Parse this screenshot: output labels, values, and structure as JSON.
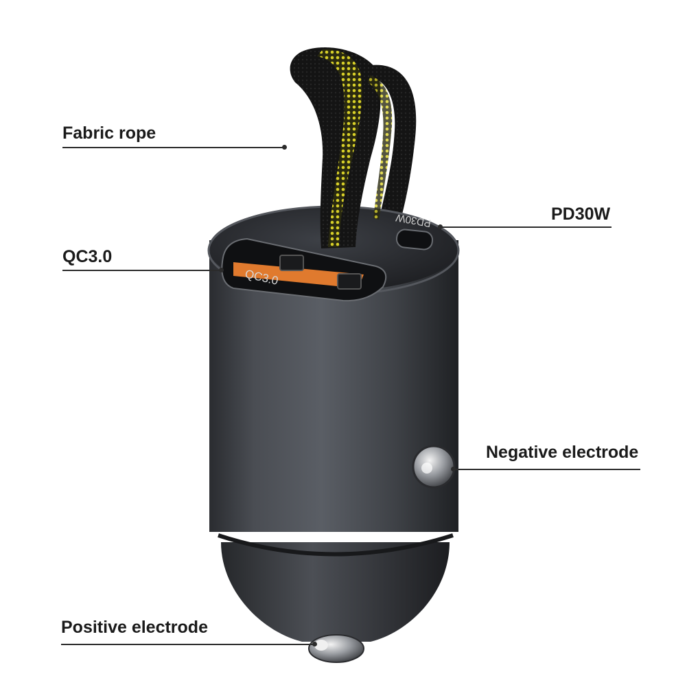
{
  "callouts": {
    "fabric_rope": "Fabric rope",
    "qc30": "QC3.0",
    "pd30w": "PD30W",
    "negative_electrode": "Negative electrode",
    "positive_electrode": "Positive electrode"
  },
  "port_prints": {
    "usb_a": "QC3.0",
    "usb_c": "PD30W"
  },
  "colors": {
    "body": "#3a3d42",
    "strap": "#161616",
    "stripe": "#d8d028",
    "usb_tongue": "#e07a2e"
  }
}
